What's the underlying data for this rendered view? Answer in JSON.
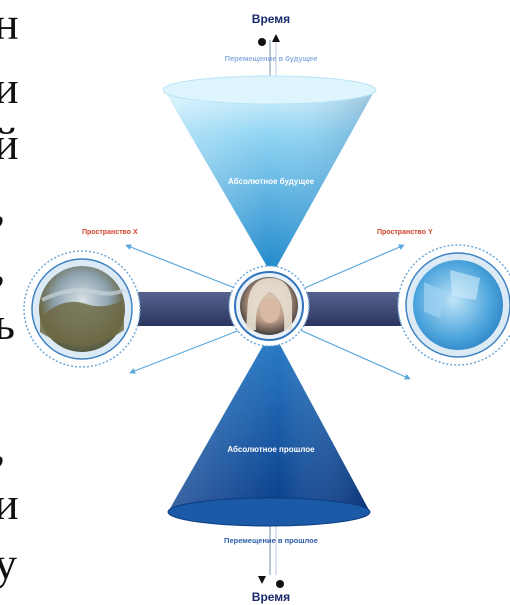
{
  "left_text_glyphs": [
    "н",
    "и",
    "й",
    ",",
    ",",
    "ь",
    "",
    ",",
    "и",
    "у"
  ],
  "time_top": "Время",
  "time_bottom": "Время",
  "move_future": "Перемещение в будущее",
  "move_past": "Перемещение в прошлое",
  "cone_future": "Абсолютное будущее",
  "cone_past": "Абсолютное прошлое",
  "space_left": "Пространство X",
  "space_right": "Пространство Y",
  "colors": {
    "cone_top_light": "#cdeefb",
    "cone_top_dark": "#2c9ed6",
    "cone_bottom_light": "#3d8fd2",
    "cone_bottom_dark": "#0a3f8c",
    "band": "#3d4b7a",
    "arrow": "#5aa7db",
    "red_label": "#d2452d"
  }
}
